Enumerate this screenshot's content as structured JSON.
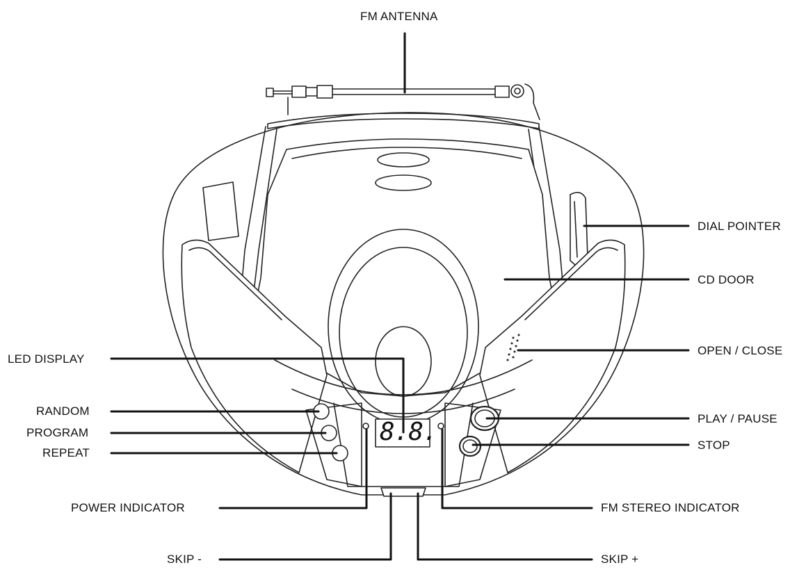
{
  "labels": {
    "fm_antenna": "FM ANTENNA",
    "dial_pointer": "DIAL POINTER",
    "cd_door": "CD DOOR",
    "open_close": "OPEN / CLOSE",
    "led_display": "LED DISPLAY",
    "random": "RANDOM",
    "program": "PROGRAM",
    "repeat": "REPEAT",
    "play_pause": "PLAY / PAUSE",
    "stop": "STOP",
    "power_indicator": "POWER INDICATOR",
    "fm_stereo_indicator": "FM STEREO INDICATOR",
    "skip_minus": "SKIP -",
    "skip_plus": "SKIP +"
  },
  "display": {
    "digits": "8.8."
  },
  "colors": {
    "line": "#1a1a1a",
    "fill": "#ffffff"
  }
}
